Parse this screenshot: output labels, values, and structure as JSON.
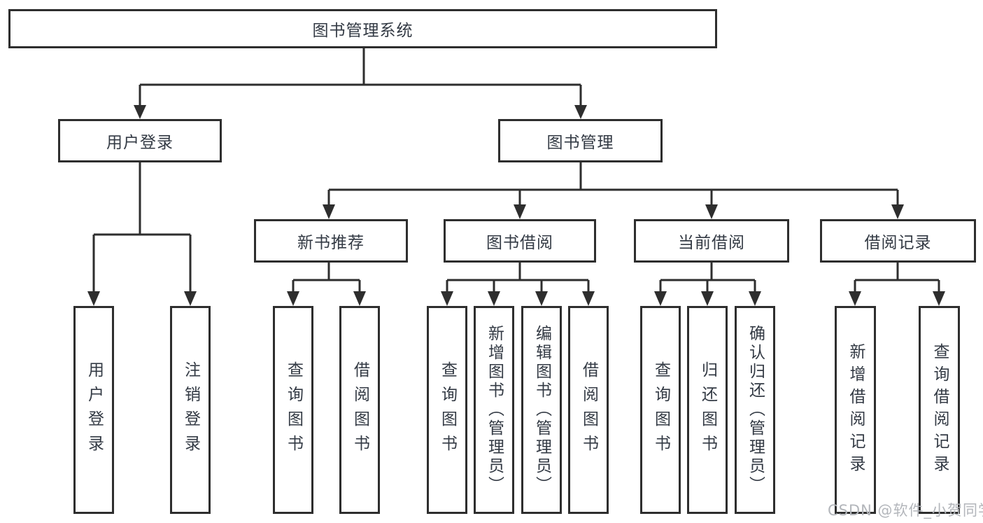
{
  "diagram": {
    "root": {
      "label": "图书管理系统"
    },
    "branches": [
      {
        "label": "用户登录",
        "children": [
          {
            "label": "用户登录"
          },
          {
            "label": "注销登录"
          }
        ]
      },
      {
        "label": "图书管理",
        "children": [
          {
            "label": "新书推荐",
            "children": [
              {
                "label": "查询图书"
              },
              {
                "label": "借阅图书"
              }
            ]
          },
          {
            "label": "图书借阅",
            "children": [
              {
                "label": "查询图书"
              },
              {
                "label": "新增图书（管理员）"
              },
              {
                "label": "编辑图书（管理员）"
              },
              {
                "label": "借阅图书"
              }
            ]
          },
          {
            "label": "当前借阅",
            "children": [
              {
                "label": "查询图书"
              },
              {
                "label": "归还图书"
              },
              {
                "label": "确认归还（管理员）"
              }
            ]
          },
          {
            "label": "借阅记录",
            "children": [
              {
                "label": "新增借阅记录"
              },
              {
                "label": "查询借阅记录"
              }
            ]
          }
        ]
      }
    ]
  },
  "watermark": {
    "text": "CSDN @软件_小贺同学"
  },
  "colors": {
    "line": "#2e2e2e",
    "text": "#333a44",
    "watermark": "#b3b6bb",
    "background": "#ffffff"
  }
}
